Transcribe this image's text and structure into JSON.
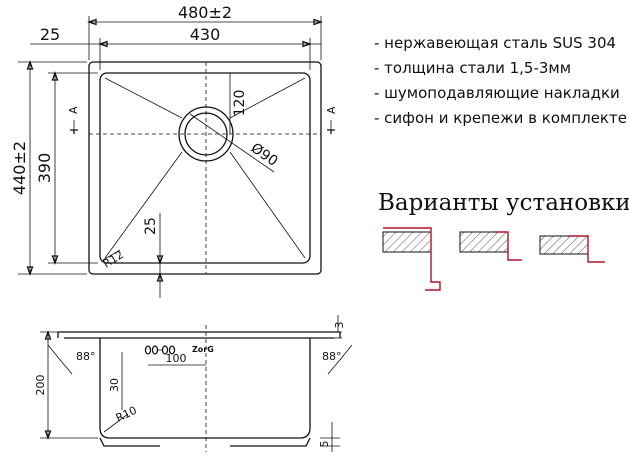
{
  "top_view": {
    "outer_width": "480±2",
    "inner_width": "430",
    "rim_offset": "25",
    "outer_height": "440±2",
    "inner_height": "390",
    "drain_offset": "120",
    "drain_diameter": "Ø90",
    "bottom_offset": "25",
    "corner_radius": "R12",
    "section_mark_left": "A",
    "section_mark_right": "A"
  },
  "section_view": {
    "angle_left": "88°",
    "angle_right": "88°",
    "depth": "200",
    "rim_thickness": "3",
    "accessory_offset": "100",
    "accessory_height": "30",
    "inner_radius": "R10",
    "base_height": "5",
    "brand_label": "ZorG"
  },
  "specs": [
    "- нержавеющая сталь SUS 304",
    "- толщина стали 1,5-3мм",
    "- шумоподавляющие накладки",
    "- сифон и крепежи в комплекте"
  ],
  "install_variants_title": "Варианты установки",
  "colors": {
    "line": "#111111",
    "accent": "#a8162a"
  }
}
